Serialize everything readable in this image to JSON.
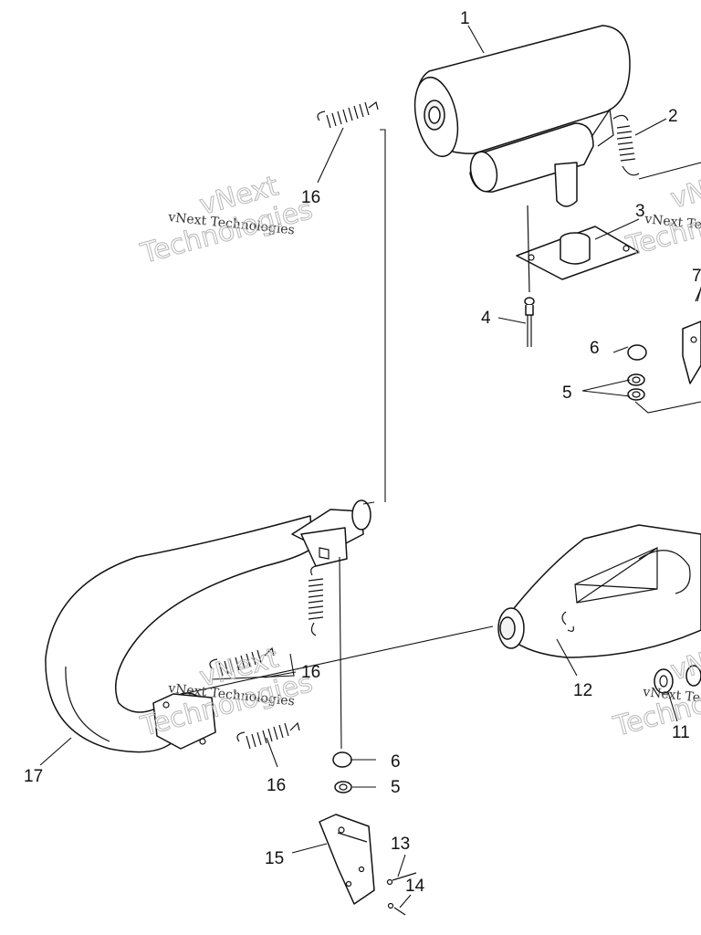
{
  "watermark": {
    "brand_line": "vNext Technologies",
    "brand_short": "vNext",
    "brand_word": "Technologies"
  },
  "callouts": {
    "c1": "1",
    "c2": "2",
    "c3": "3",
    "c4": "4",
    "c5a": "5",
    "c5b": "5",
    "c6a": "6",
    "c6b": "6",
    "c7": "7",
    "c11": "11",
    "c12": "12",
    "c13": "13",
    "c14": "14",
    "c15": "15",
    "c16a": "16",
    "c16b": "16",
    "c16c": "16",
    "c17": "17"
  }
}
